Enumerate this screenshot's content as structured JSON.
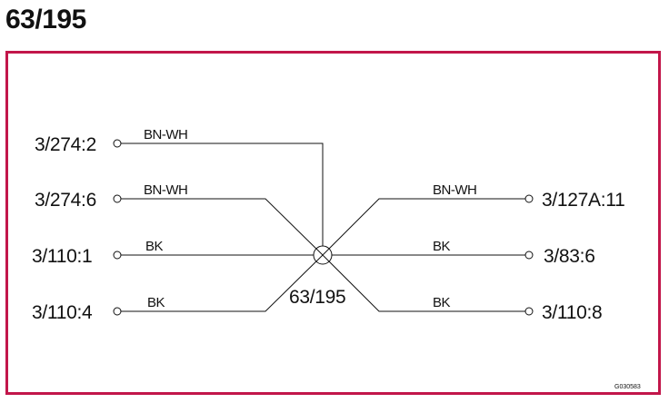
{
  "title": "63/195",
  "splice": {
    "label": "63/195"
  },
  "figure_code": "G030583",
  "colors": {
    "frame": "#c2164a",
    "ink": "#111111"
  },
  "left_connections": [
    {
      "terminal": "3/274:2",
      "wire": "BN-WH"
    },
    {
      "terminal": "3/274:6",
      "wire": "BN-WH"
    },
    {
      "terminal": "3/110:1",
      "wire": "BK"
    },
    {
      "terminal": "3/110:4",
      "wire": "BK"
    }
  ],
  "right_connections": [
    {
      "terminal": "3/127A:11",
      "wire": "BN-WH"
    },
    {
      "terminal": "3/83:6",
      "wire": "BK"
    },
    {
      "terminal": "3/110:8",
      "wire": "BK"
    }
  ]
}
